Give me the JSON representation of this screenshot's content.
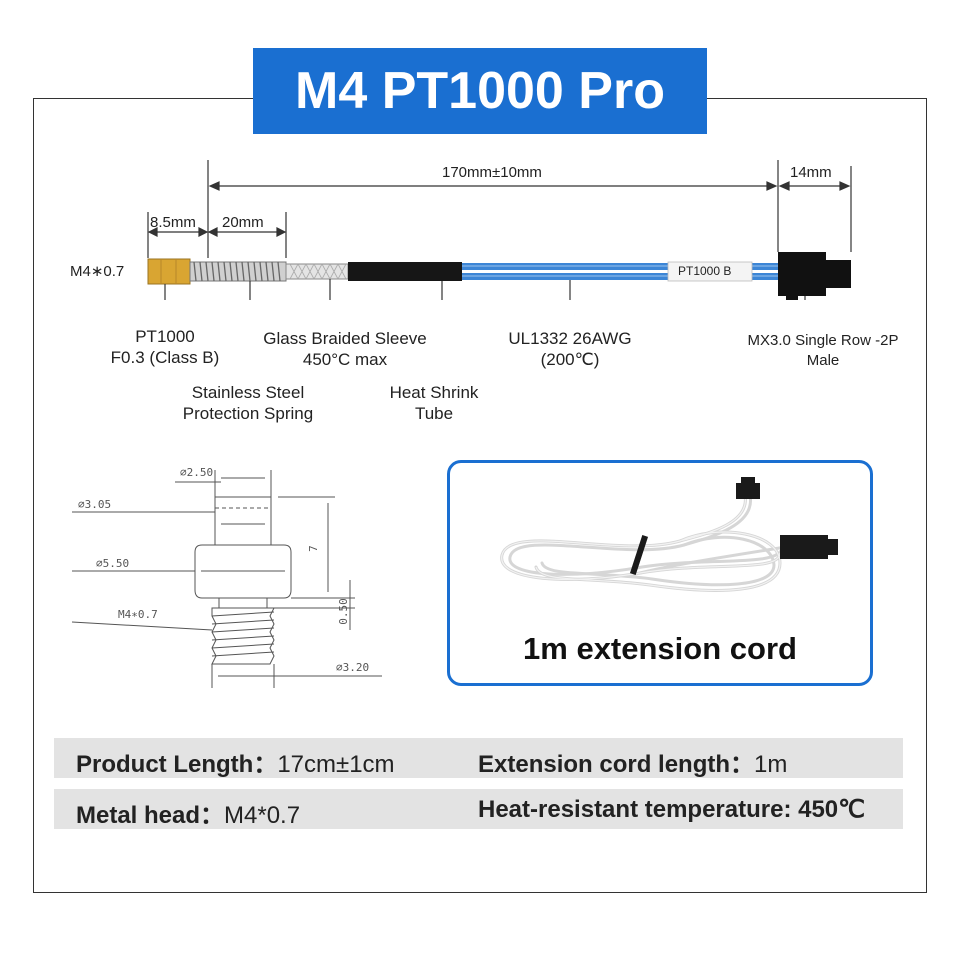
{
  "title": "M4 PT1000 Pro",
  "dimensions": {
    "total_length": "170mm±10mm",
    "connector_length": "14mm",
    "head_length": "8.5mm",
    "spring_length": "20mm",
    "thread": "M4∗0.7"
  },
  "labels": {
    "sensor_line1": "PT1000",
    "sensor_line2": "F0.3 (Class B)",
    "spring_line1": "Stainless Steel",
    "spring_line2": "Protection Spring",
    "sleeve_line1": "Glass Braided Sleeve",
    "sleeve_line2": "450°C max",
    "shrink_line1": "Heat Shrink",
    "shrink_line2": "Tube",
    "wire_line1": "UL1332 26AWG",
    "wire_line2": "(200℃)",
    "tag": "PT1000 B",
    "connector_line1": "MX3.0 Single Row -2P",
    "connector_line2": "Male"
  },
  "drawing": {
    "d_top": "∅2.50",
    "d_neck": "∅3.05",
    "d_body": "∅5.50",
    "thread": "M4∗0.7",
    "d_tip": "∅3.20",
    "height": "7",
    "gap": "0.50"
  },
  "extension": {
    "caption": "1m extension cord"
  },
  "specs": [
    {
      "label": "Product Length：",
      "value": "17cm±1cm",
      "label2": "Extension cord length：",
      "value2": "1m"
    },
    {
      "label": "Metal head：",
      "value": "M4*0.7",
      "label2": "Heat-resistant temperature:",
      "value2": "450℃"
    }
  ],
  "colors": {
    "accent": "#1a6fd1",
    "brass": "#d9a532",
    "wire_blue": "#3d86d6",
    "spec_bg": "#e3e3e3"
  }
}
